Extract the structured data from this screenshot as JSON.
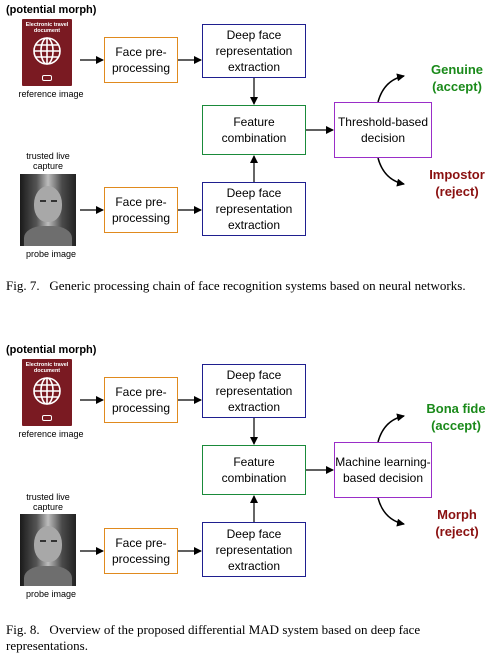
{
  "fig7": {
    "tag": "(potential morph)",
    "passport_title": "Electronic travel document",
    "reference_label": "reference image",
    "live_label": "trusted live capture",
    "probe_label": "probe image",
    "pre_top": "Face pre-processing",
    "pre_bottom": "Face pre-processing",
    "deep_top": "Deep face representation extraction",
    "deep_bottom": "Deep face representation extraction",
    "combination": "Feature combination",
    "decision": "Threshold-based decision",
    "outcome_top": "Genuine (accept)",
    "outcome_bottom": "Impostor (reject)",
    "caption_num": "Fig. 7.",
    "caption_text": "Generic processing chain of face recognition systems based on neural networks."
  },
  "fig8": {
    "tag": "(potential morph)",
    "passport_title": "Electronic travel document",
    "reference_label": "reference image",
    "live_label": "trusted live capture",
    "probe_label": "probe image",
    "pre_top": "Face pre-processing",
    "pre_bottom": "Face pre-processing",
    "deep_top": "Deep face representation extraction",
    "deep_bottom": "Deep face representation extraction",
    "combination": "Feature combination",
    "decision": "Machine learning-based decision",
    "outcome_top": "Bona fide (accept)",
    "outcome_bottom": "Morph (reject)",
    "caption_num": "Fig. 8.",
    "caption_text": "Overview of the proposed differential MAD system based on deep face representations."
  },
  "colors": {
    "preprocess_border": "#e08a1e",
    "deep_border": "#1f1f8f",
    "combination_border": "#1a8a3a",
    "decision_border": "#9a2ec8",
    "accept_text": "#1a8a1a",
    "reject_text": "#8a1010",
    "passport": "#7a1a22"
  }
}
